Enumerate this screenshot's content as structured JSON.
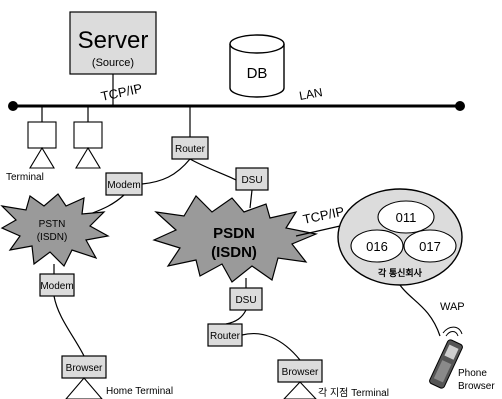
{
  "server": {
    "title": "Server",
    "subtitle": "(Source)"
  },
  "db": {
    "label": "DB"
  },
  "lan": {
    "protocol_label": "TCP/IP",
    "network_label": "LAN"
  },
  "terminal": {
    "label": "Terminal"
  },
  "router_top": {
    "label": "Router"
  },
  "modem_left": {
    "label": "Modem"
  },
  "dsu_top": {
    "label": "DSU"
  },
  "pstn": {
    "line1": "PSTN",
    "line2": "(ISDN)"
  },
  "pstn_isdn": {
    "line1": "PSDN",
    "line2": "(ISDN)"
  },
  "carrier_link": {
    "label": "TCP/IP"
  },
  "carriers": {
    "items": [
      "011",
      "016",
      "017"
    ],
    "caption": "각 통신회사"
  },
  "wap": {
    "label": "WAP"
  },
  "modem_bottom": {
    "label": "Modem"
  },
  "dsu_bottom": {
    "label": "DSU"
  },
  "router_bottom": {
    "label": "Router"
  },
  "home_browser": {
    "label": "Browser",
    "caption": "Home Terminal"
  },
  "branch_browser": {
    "label": "Browser",
    "caption": "각 지점 Terminal"
  },
  "phone": {
    "line1": "Phone",
    "line2": "Browser"
  }
}
